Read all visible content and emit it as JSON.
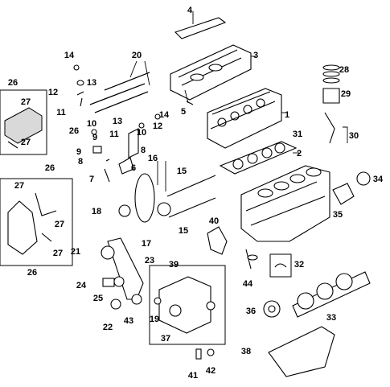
{
  "diagram": {
    "callouts": [
      "1",
      "2",
      "3",
      "4",
      "5",
      "6",
      "7",
      "8",
      "9",
      "10",
      "11",
      "12",
      "13",
      "14",
      "15",
      "16",
      "17",
      "18",
      "19",
      "20",
      "21",
      "22",
      "23",
      "24",
      "25",
      "26",
      "27",
      "28",
      "29",
      "30",
      "31",
      "32",
      "33",
      "34",
      "35",
      "36",
      "37",
      "38",
      "39",
      "40",
      "41",
      "42",
      "43",
      "44"
    ]
  }
}
